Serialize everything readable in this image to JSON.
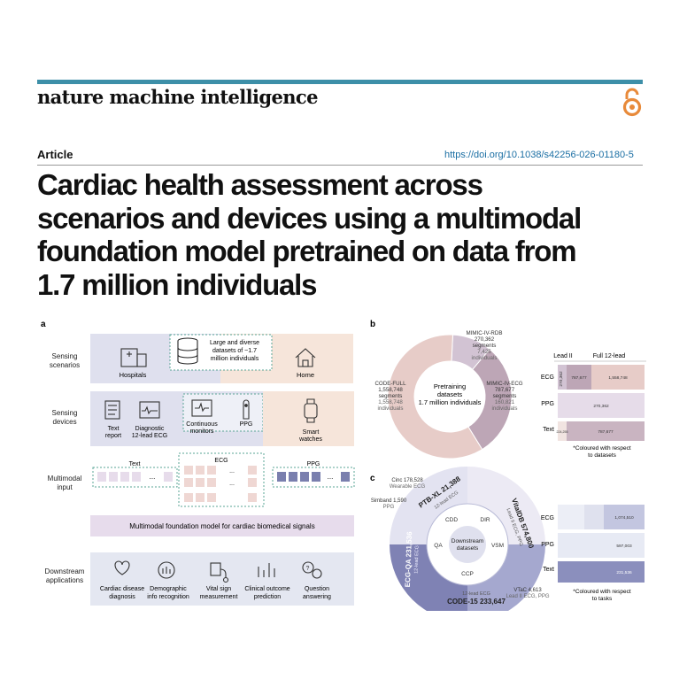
{
  "journal": "nature machine intelligence",
  "article_type": "Article",
  "doi": "https://doi.org/10.1038/s42256-026-01180-5",
  "title_lines": [
    "Cardiac health assessment across",
    "scenarios and devices using a multimodal",
    "foundation model pretrained on data from",
    "1.7 million individuals"
  ],
  "panel_a": {
    "letter": "a",
    "row_labels": {
      "sensing_scenarios": [
        "Sensing",
        "scenarios"
      ],
      "sensing_devices": [
        "Sensing",
        "devices"
      ],
      "multimodal_input": [
        "Multimodal",
        "input"
      ],
      "downstream": [
        "Downstream",
        "applications"
      ]
    },
    "callout": [
      "Large and diverse",
      "datasets of ~1.7",
      "million individuals"
    ],
    "scenarios": [
      "Hospitals",
      "Home"
    ],
    "devices": [
      [
        "Text",
        "report"
      ],
      [
        "Diagnostic",
        "12-lead ECG"
      ],
      [
        "Continuous",
        "monitors"
      ],
      [
        "PPG"
      ],
      [
        "Smart",
        "watches"
      ]
    ],
    "inputs": {
      "text": "Text",
      "ecg": "ECG",
      "ppg": "PPG",
      "dots": "..."
    },
    "model_bar": "Multimodal foundation model for cardiac biomedical signals",
    "applications": [
      [
        "Cardiac disease",
        "diagnosis"
      ],
      [
        "Demographic",
        "info recognition"
      ],
      [
        "Vital sign",
        "measurement"
      ],
      [
        "Clinical outcome",
        "prediction"
      ],
      [
        "Question",
        "answering"
      ]
    ]
  },
  "panel_b": {
    "letter": "b",
    "center": [
      "Pretraining",
      "datasets",
      "1.7 million individuals"
    ],
    "segments": [
      {
        "name": "MIMIC-IV-RDB",
        "segments_label": "270,362",
        "unit": "segments",
        "individuals": "7,425",
        "ind_unit": "individuals",
        "value": 270362,
        "color": "#d2c3d3"
      },
      {
        "name": "MIMIC-IV-ECG",
        "segments_label": "787,677",
        "unit": "segments",
        "individuals": "160,821",
        "ind_unit": "individuals",
        "value": 787677,
        "color": "#bda6b6"
      },
      {
        "name": "CODE-FULL",
        "segments_label": "1,558,748",
        "unit": "segments",
        "individuals": "1,558,748",
        "ind_unit": "individuals",
        "value": 1558748,
        "color": "#e7ccc8"
      }
    ],
    "headers": [
      "Lead II",
      "Full 12-lead"
    ],
    "rows": [
      {
        "label": "ECG",
        "cells": [
          "270,362",
          "787,677",
          "1,558,748"
        ]
      },
      {
        "label": "PPG",
        "cells": [
          "270,362"
        ]
      },
      {
        "label": "Text",
        "cells": [
          "224,255",
          "787,677"
        ]
      }
    ],
    "note": [
      "*Coloured with respect",
      "to datasets"
    ]
  },
  "panel_c": {
    "letter": "c",
    "center": [
      "Downstream",
      "datasets"
    ],
    "tasks": [
      "CDD",
      "DIR",
      "VSM",
      "CCP",
      "QA"
    ],
    "datasets": [
      {
        "name": "PTB-XL 21,388",
        "sub": "12-lead ECG"
      },
      {
        "name": "VitalDB 574,800",
        "sub": "Lead II ECG, PPG"
      },
      {
        "name": "CODE-15 233,647",
        "sub": "12-lead ECG"
      },
      {
        "name": "ECG-QA 231,536",
        "sub": "12-lead ECG"
      }
    ],
    "external": [
      [
        "Cinc 178,528",
        "Wearable ECG"
      ],
      [
        "Simband 1,590",
        "PPG"
      ],
      [
        "VTaC 4,613",
        "Lead II ECG, PPG"
      ]
    ],
    "rows": [
      {
        "label": "ECG",
        "cells": [
          "1,074,510"
        ]
      },
      {
        "label": "PPG",
        "cells": [
          "597,003"
        ]
      },
      {
        "label": "Text",
        "cells": [
          "231,536"
        ]
      }
    ],
    "note": [
      "*Coloured with respect",
      "to tasks"
    ]
  },
  "colors": {
    "accent_bar": "#3d8fa8",
    "oa_orange": "#e88a3a",
    "doi_blue": "#1a6ea3"
  }
}
